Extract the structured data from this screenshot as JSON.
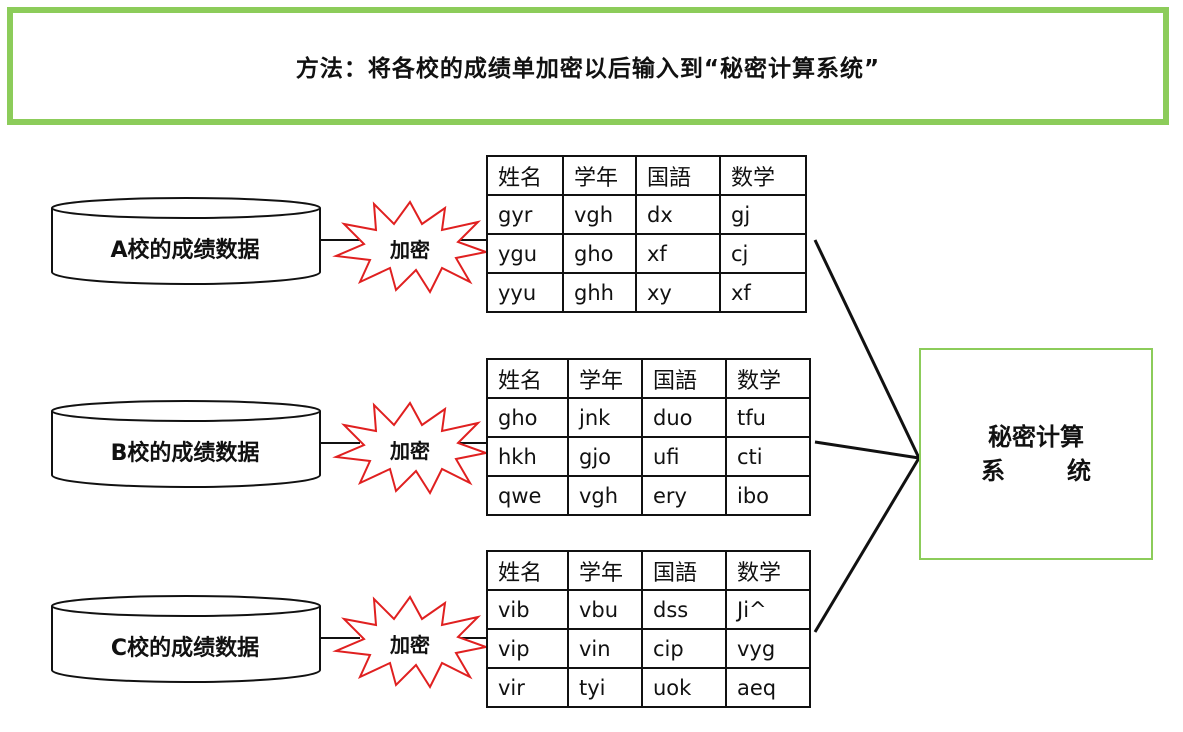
{
  "header": {
    "title": "方法：将各校的成绩单加密以后输入到“秘密计算系统”"
  },
  "encrypt_label": "加密",
  "schools": [
    {
      "db_label": "A校的成绩数据",
      "columns": [
        "姓名",
        "学年",
        "国語",
        "数学"
      ],
      "rows": [
        [
          "gyr",
          "vgh",
          "dx",
          "gj"
        ],
        [
          "ygu",
          "gho",
          "xf",
          "cj"
        ],
        [
          "yyu",
          "ghh",
          "xy",
          "xf"
        ]
      ]
    },
    {
      "db_label": "B校的成绩数据",
      "columns": [
        "姓名",
        "学年",
        "国語",
        "数学"
      ],
      "rows": [
        [
          "gho",
          "jnk",
          "duo",
          "tfu"
        ],
        [
          "hkh",
          "gjo",
          "ufi",
          "cti"
        ],
        [
          "qwe",
          "vgh",
          "ery",
          "ibo"
        ]
      ]
    },
    {
      "db_label": "C校的成绩数据",
      "columns": [
        "姓名",
        "学年",
        "国語",
        "数学"
      ],
      "rows": [
        [
          "vib",
          "vbu",
          "dss",
          "Ji^"
        ],
        [
          "vip",
          "vin",
          "cip",
          "vyg"
        ],
        [
          "vir",
          "tyi",
          "uok",
          "aeq"
        ]
      ]
    }
  ],
  "system": {
    "line1": "秘密计算",
    "line2_left": "系",
    "line2_right": "统"
  },
  "colors": {
    "header_border": "#8ccc5a",
    "burst_stroke": "#e02020",
    "system_border": "#8ccc5a"
  }
}
